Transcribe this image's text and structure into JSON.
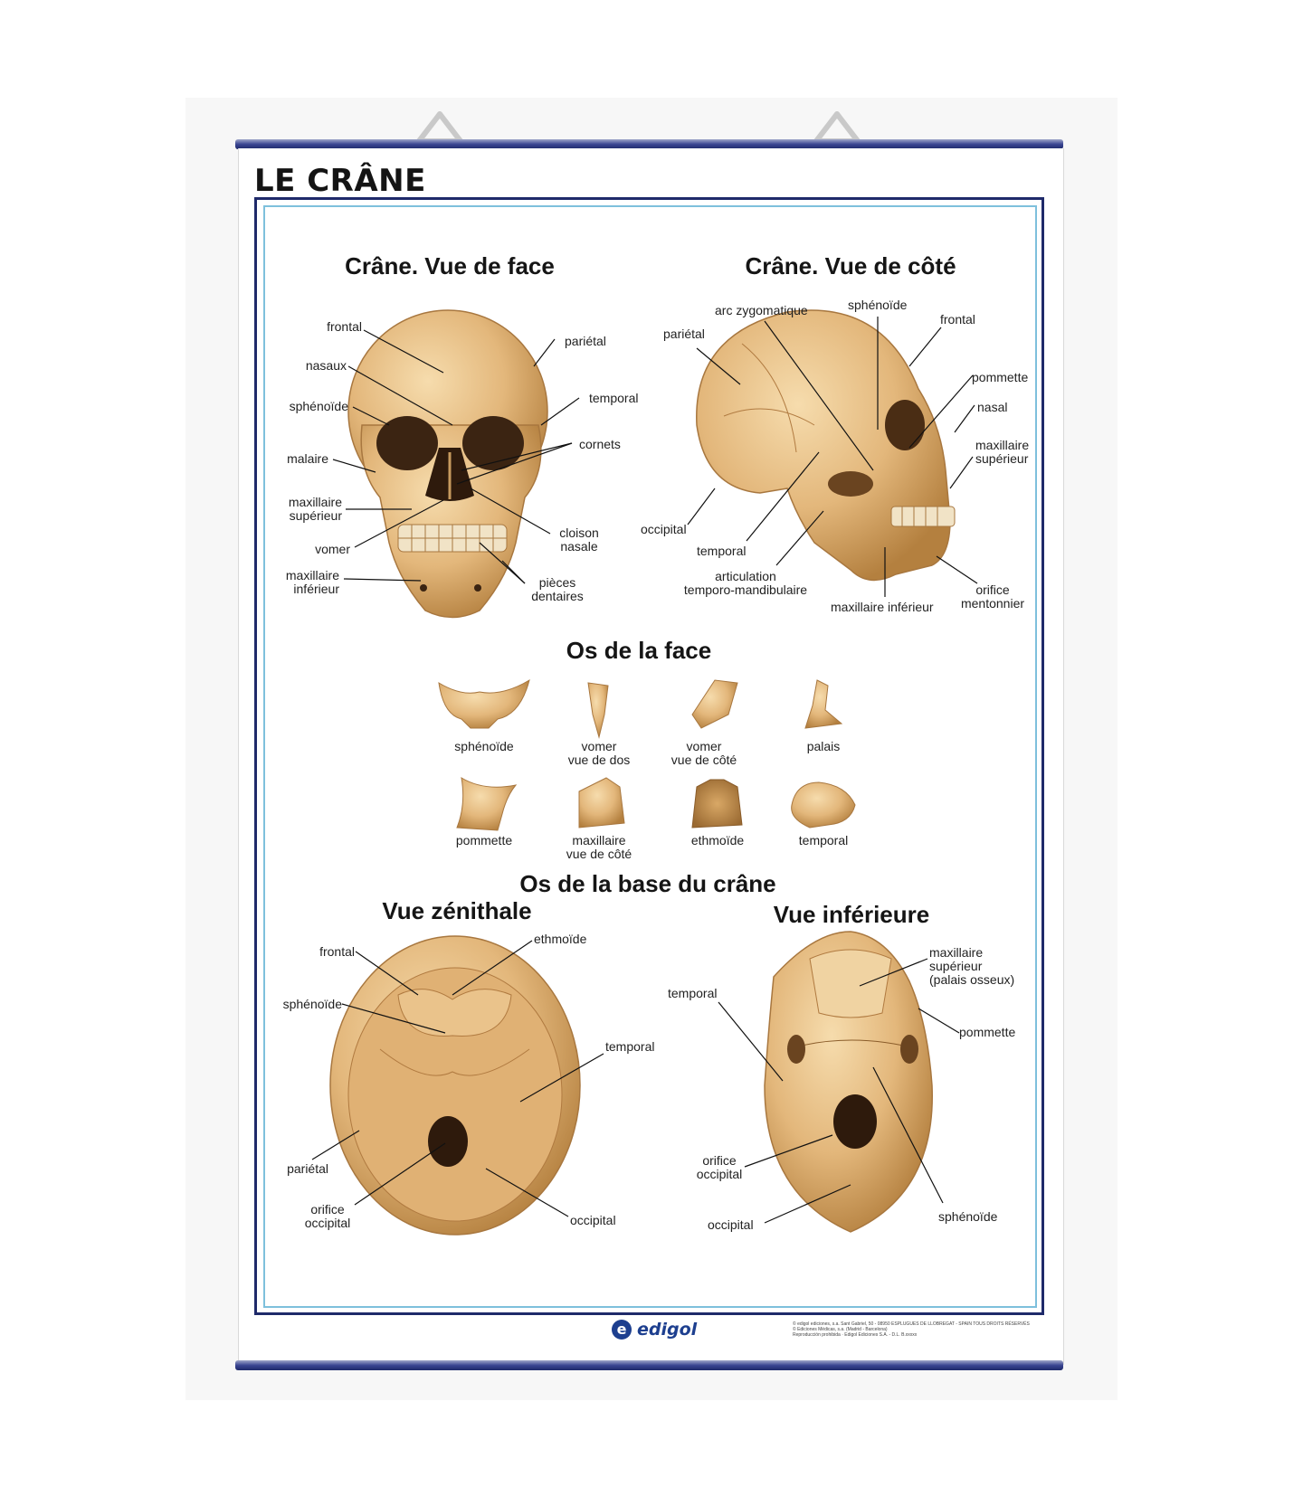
{
  "poster": {
    "title": "LE CRÂNE",
    "brand": "edigol",
    "legal_line1": "© edigol ediciones, s.a. Sant Gabriel, 50 - 08950 ESPLUGUES DE LLOBREGAT - SPAIN TOUS DROITS RÉSERVÉS",
    "legal_line2": "© Ediciones Médicas, s.a. (Madrid - Barcelona)",
    "legal_line3": "Reproducción prohibida · Edigol Ediciones S.A. - D.L. B.xxxxx"
  },
  "front_view": {
    "title": "Crâne. Vue de face",
    "labels": {
      "frontal": "frontal",
      "nasaux": "nasaux",
      "sphenoide": "sphénoïde",
      "malaire": "malaire",
      "maxillaire_sup_1": "maxillaire",
      "maxillaire_sup_2": "supérieur",
      "vomer": "vomer",
      "maxillaire_inf_1": "maxillaire",
      "maxillaire_inf_2": "inférieur",
      "parietal": "pariétal",
      "temporal": "temporal",
      "cornets": "cornets",
      "cloison_1": "cloison",
      "cloison_2": "nasale",
      "pieces_1": "pièces",
      "pieces_2": "dentaires"
    }
  },
  "side_view": {
    "title": "Crâne. Vue de côté",
    "labels": {
      "arc": "arc zygomatique",
      "sphenoide": "sphénoïde",
      "frontal": "frontal",
      "parietal": "pariétal",
      "pommette": "pommette",
      "nasal": "nasal",
      "maxillaire_sup_1": "maxillaire",
      "maxillaire_sup_2": "supérieur",
      "occipital": "occipital",
      "temporal": "temporal",
      "articulation_1": "articulation",
      "articulation_2": "temporo-mandibulaire",
      "maxillaire_inf": "maxillaire inférieur",
      "orifice_1": "orifice",
      "orifice_2": "mentonnier"
    }
  },
  "face_bones": {
    "title": "Os de la face",
    "items": [
      {
        "l1": "sphénoïde",
        "l2": ""
      },
      {
        "l1": "vomer",
        "l2": "vue de dos"
      },
      {
        "l1": "vomer",
        "l2": "vue de côté"
      },
      {
        "l1": "palais",
        "l2": ""
      },
      {
        "l1": "pommette",
        "l2": ""
      },
      {
        "l1": "maxillaire",
        "l2": "vue de côté"
      },
      {
        "l1": "ethmoïde",
        "l2": ""
      },
      {
        "l1": "temporal",
        "l2": ""
      }
    ]
  },
  "base": {
    "title": "Os de la base du crâne",
    "zenithal": {
      "title": "Vue zénithale",
      "labels": {
        "frontal": "frontal",
        "ethmoide": "ethmoïde",
        "sphenoide": "sphénoïde",
        "temporal": "temporal",
        "parietal": "pariétal",
        "orifice_1": "orifice",
        "orifice_2": "occipital",
        "occipital": "occipital"
      }
    },
    "inferieure": {
      "title": "Vue inférieure",
      "labels": {
        "maxillaire_1": "maxillaire",
        "maxillaire_2": "supérieur",
        "maxillaire_3": "(palais osseux)",
        "temporal": "temporal",
        "pommette": "pommette",
        "orifice_1": "orifice",
        "orifice_2": "occipital",
        "occipital": "occipital",
        "sphenoide": "sphénoïde"
      }
    }
  },
  "colors": {
    "bone": "#e6be84",
    "bone_shadow": "#b9844a",
    "frame_navy": "#1f2a6a",
    "frame_light": "#7ec0dc",
    "brand_blue": "#1d3f8f"
  }
}
